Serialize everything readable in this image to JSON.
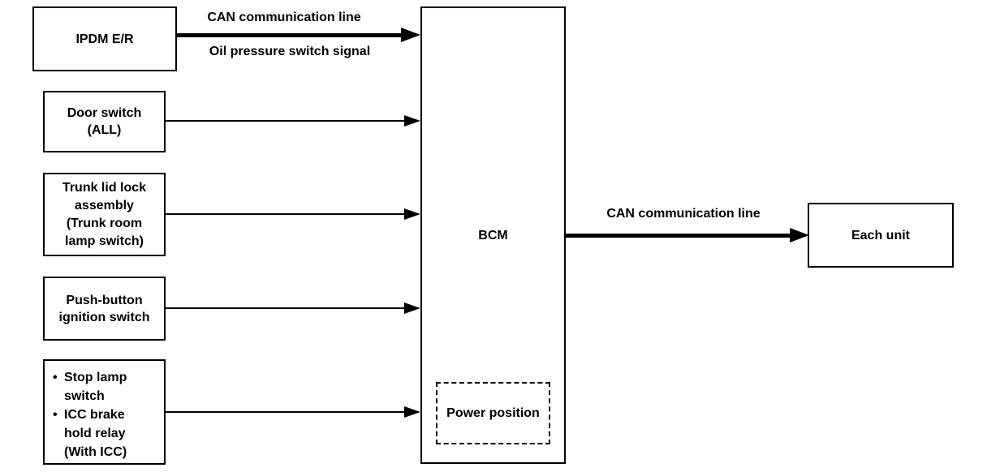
{
  "colors": {
    "line": "#000000",
    "background": "#ffffff",
    "box_border": "#000000",
    "text": "#000000"
  },
  "nodes": {
    "ipdm": {
      "label": "IPDM E/R"
    },
    "door_switch": {
      "label": "Door switch\n(ALL)"
    },
    "trunk_lid": {
      "label": "Trunk lid lock\nassembly\n(Trunk room\nlamp switch)"
    },
    "push_button": {
      "label": "Push-button\nignition switch"
    },
    "stop_icc": {
      "items": [
        {
          "bullet": "•",
          "text": "Stop lamp\nswitch"
        },
        {
          "bullet": "•",
          "text": "ICC brake\nhold relay\n(With ICC)"
        }
      ]
    },
    "bcm": {
      "label": "BCM",
      "power_position_label": "Power position"
    },
    "each_unit": {
      "label": "Each unit"
    }
  },
  "connections": {
    "ipdm_to_bcm": {
      "style": "thick",
      "label_above": "CAN communication line",
      "label_below": "Oil pressure switch signal"
    },
    "door_to_bcm": {
      "style": "thin"
    },
    "trunk_to_bcm": {
      "style": "thin"
    },
    "push_to_bcm": {
      "style": "thin"
    },
    "stop_to_bcm": {
      "style": "thin"
    },
    "bcm_to_each_unit": {
      "style": "thick",
      "label_above": "CAN communication line"
    }
  }
}
